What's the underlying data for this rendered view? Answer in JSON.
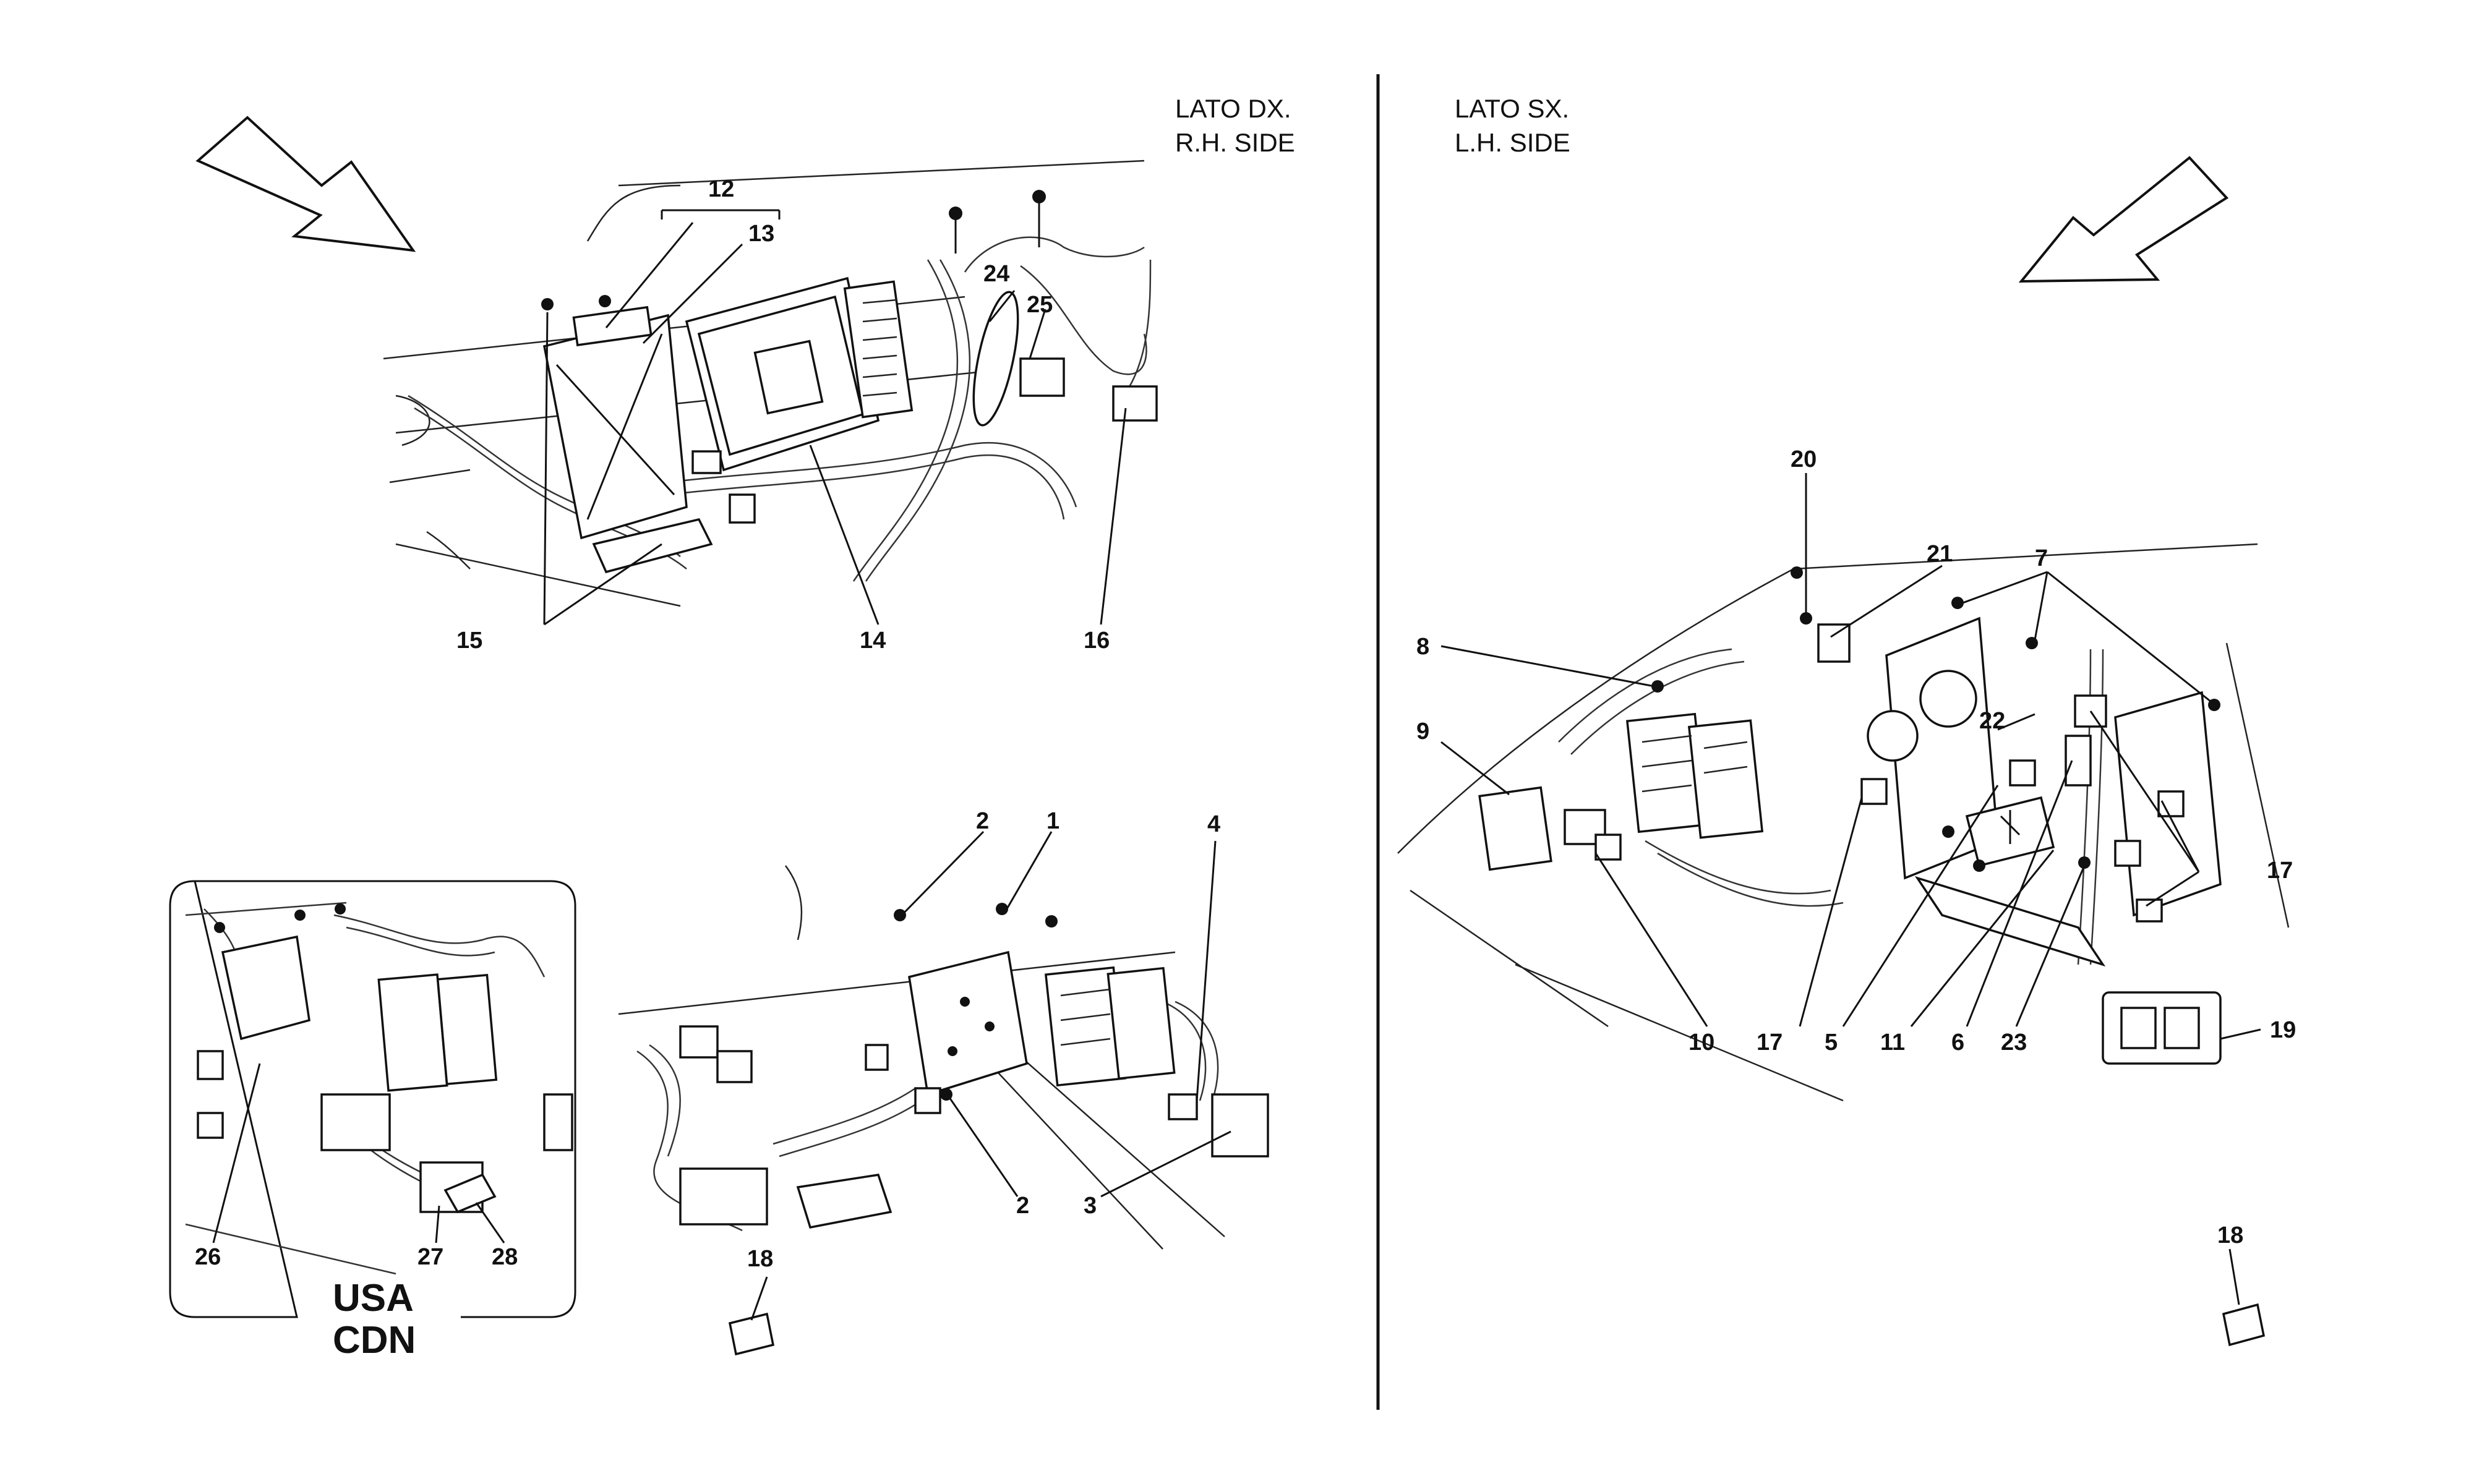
{
  "header_right": {
    "line1": "LATO DX.",
    "line2": "R.H. SIDE"
  },
  "header_left": {
    "line1": "LATO SX.",
    "line2": "L.H. SIDE"
  },
  "inset_region": {
    "line1": "USA",
    "line2": "CDN"
  },
  "callouts": {
    "c1": "1",
    "c2a": "2",
    "c2b": "2",
    "c3": "3",
    "c4": "4",
    "c5": "5",
    "c6": "6",
    "c7": "7",
    "c8": "8",
    "c9": "9",
    "c10": "10",
    "c11": "11",
    "c12": "12",
    "c13": "13",
    "c14": "14",
    "c15": "15",
    "c16": "16",
    "c17a": "17",
    "c17b": "17",
    "c18a": "18",
    "c18b": "18",
    "c19": "19",
    "c20": "20",
    "c21": "21",
    "c22": "22",
    "c23": "23",
    "c24": "24",
    "c25": "25",
    "c26": "26",
    "c27": "27",
    "c28": "28"
  }
}
